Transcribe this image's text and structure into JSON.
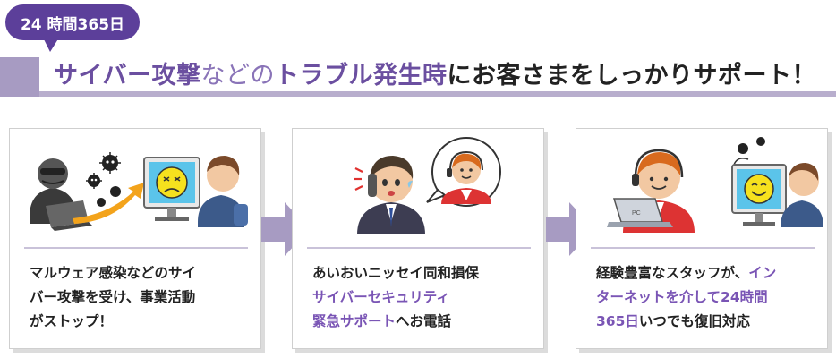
{
  "badge": {
    "label": "24 時間365日"
  },
  "headline": {
    "seg1": "サイバー攻撃",
    "seg2": "などの",
    "seg3": "トラブル発生時",
    "seg4": "にお客さまをしっかりサポート！"
  },
  "steps": [
    {
      "line1": "マルウェア感染などのサイ",
      "line2": "バー攻撃を受け、事業活動",
      "line3": "がストップ！"
    },
    {
      "line1": "あいおいニッセイ同和損保",
      "line2_hl": "サイバーセキュリティ",
      "line3_hl": "緊急サポート",
      "line3_rest": "へお電話"
    },
    {
      "line1_a": "経験豊富なスタッフが、",
      "line1_hl": "イン",
      "line2_hl": "ターネットを介して24時間",
      "line3_hl": "365日",
      "line3_rest": "いつでも復旧対応"
    }
  ],
  "laptop_label": "PC",
  "colors": {
    "accent": "#5c3f9a",
    "highlight": "#7a55b5",
    "band": "#b8aecd"
  }
}
